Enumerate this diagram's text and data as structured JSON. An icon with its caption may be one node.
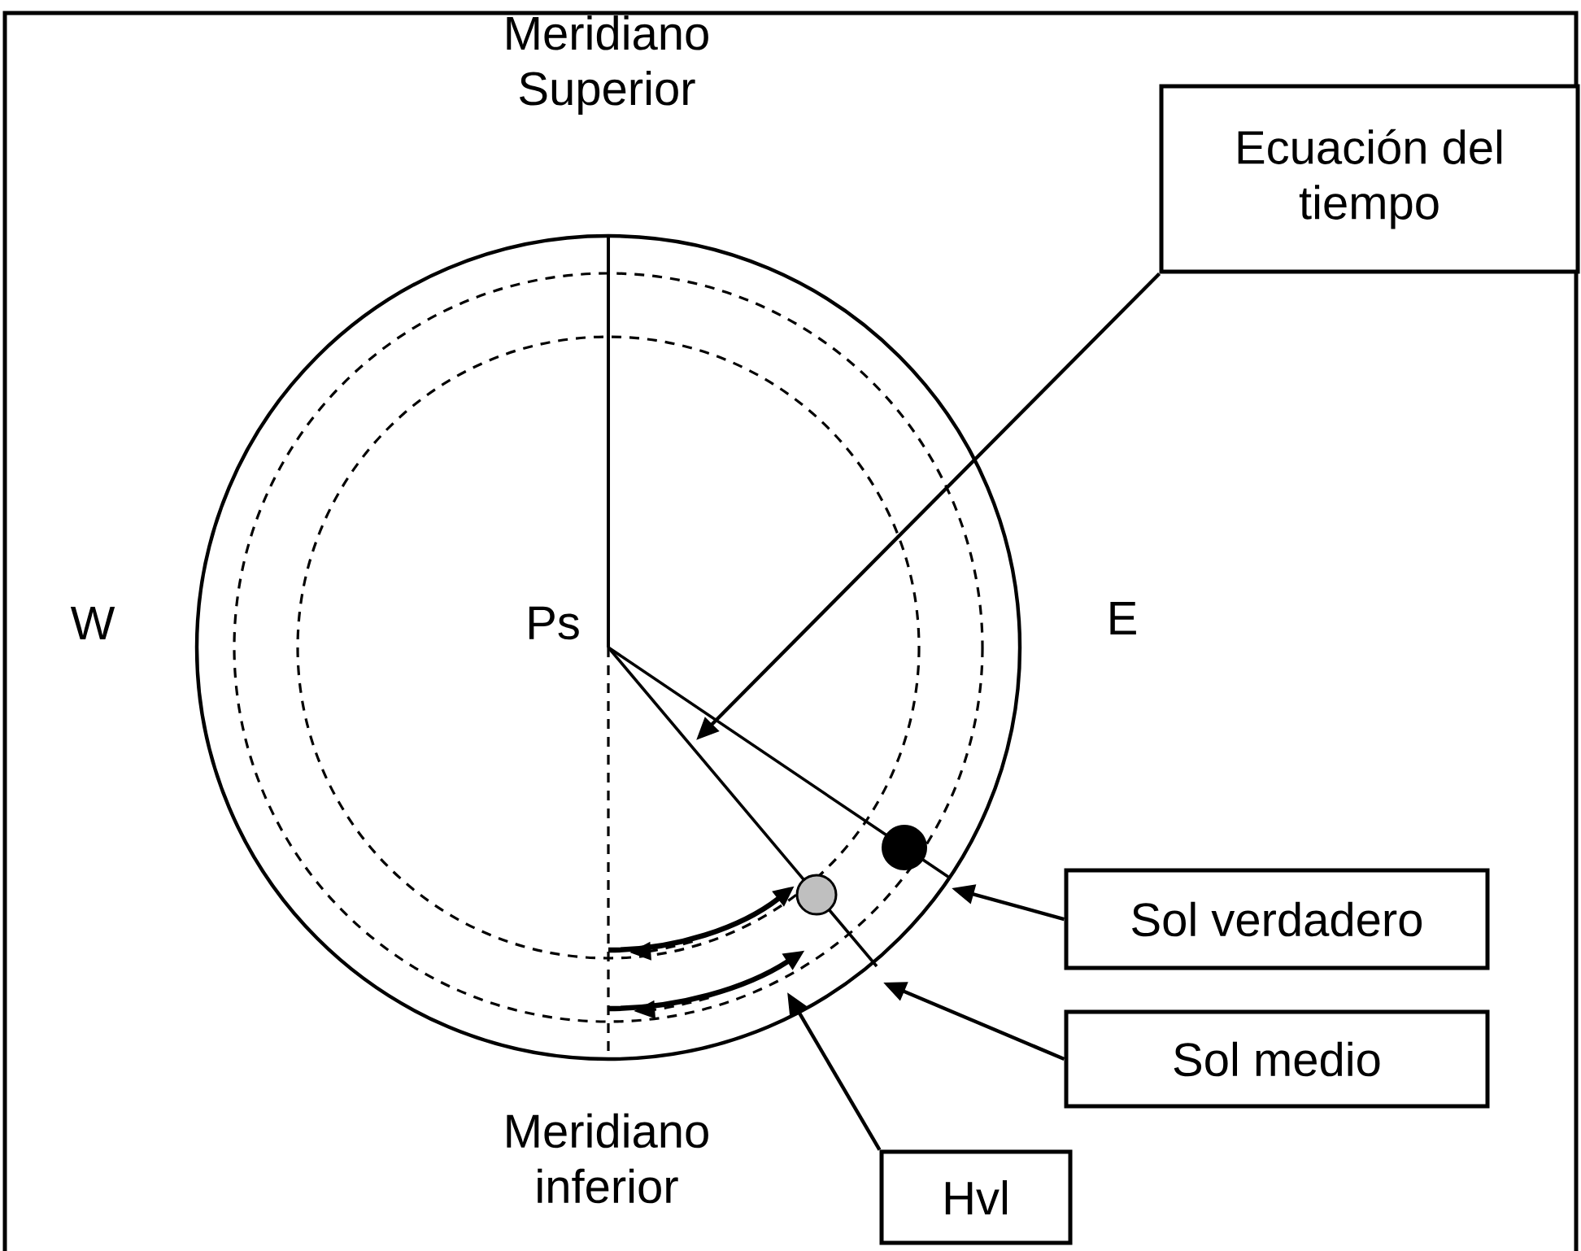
{
  "diagram": {
    "nodes": [
      {
        "text": [
          "Ecuación del tiempo"
        ]
      },
      {
        "text": [
          "Sol verdadero"
        ]
      },
      {
        "text": [
          "Sol medio"
        ]
      },
      {
        "text": [
          "Hvl"
        ]
      }
    ],
    "edges": [
      {
        "from": 0,
        "to": null,
        "arrow": "to"
      },
      {
        "from": 1,
        "to": null,
        "arrow": "to"
      },
      {
        "from": 2,
        "to": null,
        "arrow": "to"
      },
      {
        "from": 3,
        "to": null,
        "arrow": "to"
      }
    ],
    "labels": [
      "Meridiano Superior",
      "W",
      "Ps",
      "E",
      "Meridiano inferior"
    ]
  }
}
